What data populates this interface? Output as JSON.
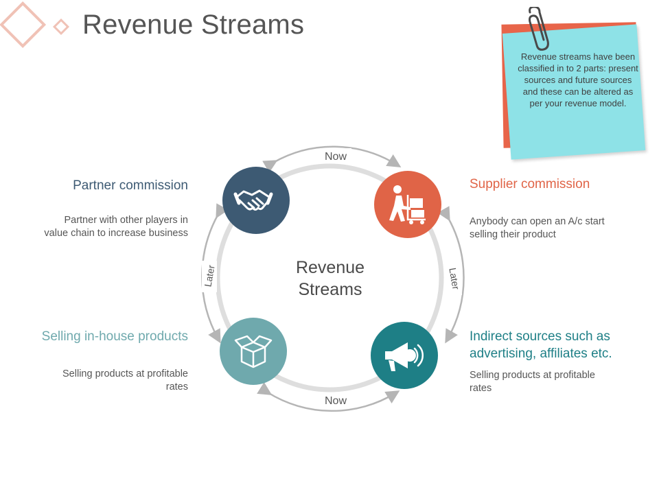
{
  "title": "Revenue Streams",
  "note": {
    "text": "Revenue streams have been classified in to 2 parts: present sources and future sources and these can be altered as per your revenue model."
  },
  "center_label": "Revenue Streams",
  "arrows": {
    "top": "Now",
    "bottom": "Now",
    "left": "Later",
    "right": "Later"
  },
  "nodes": {
    "partner": {
      "title": "Partner commission",
      "description": "Partner with other players in value chain to increase business",
      "color": "#3d5a73",
      "icon": "handshake-icon"
    },
    "supplier": {
      "title": "Supplier commission",
      "description": "Anybody can open an A/c start selling their product",
      "color": "#e06447",
      "icon": "delivery-person-icon"
    },
    "inhouse": {
      "title": "Selling in-house products",
      "description": "Selling products at profitable rates",
      "color": "#6fa9ad",
      "icon": "open-box-icon"
    },
    "indirect": {
      "title": "Indirect sources such as advertising, affiliates etc.",
      "description": "Selling products at profitable rates",
      "color": "#1e7f86",
      "icon": "megaphone-icon"
    }
  },
  "colors": {
    "ring": "#dedede",
    "arrow": "#b5b5b5",
    "title_text": "#555555",
    "note_front": "#8ee2e7",
    "note_back": "#e8654a"
  }
}
